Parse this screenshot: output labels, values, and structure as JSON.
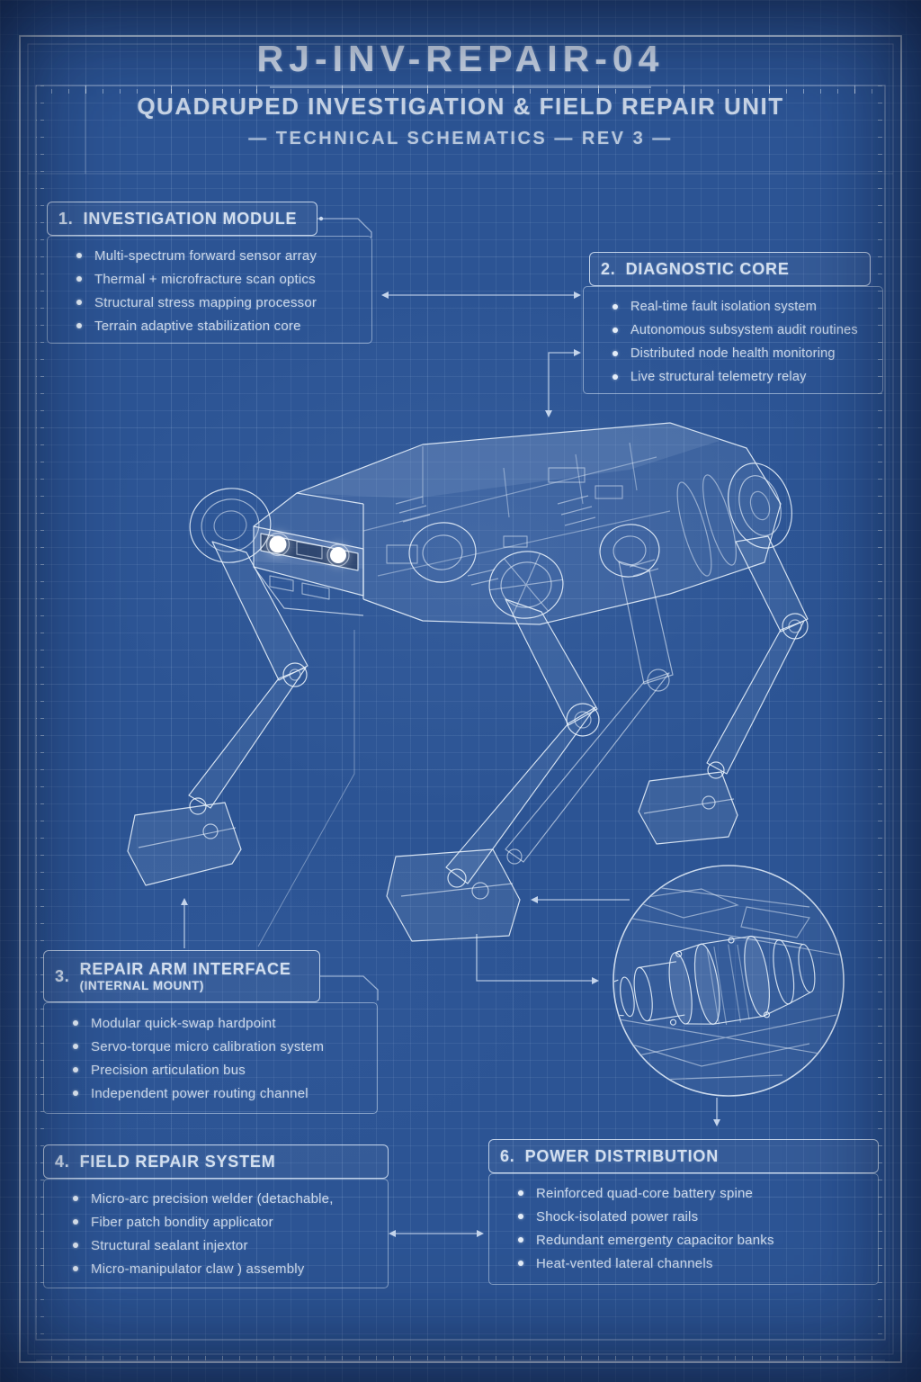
{
  "colors": {
    "paper": "#2c5494",
    "line": "#e8f1fb",
    "text_primary": "#d3dfef",
    "text_secondary": "#c9d6e8",
    "sensor_glow": "#ffffff"
  },
  "header": {
    "model_id": "RJ-INV-REPAIR-04",
    "subtitle": "QUADRUPED INVESTIGATION & FIELD REPAIR UNIT",
    "revision_line": "— TECHNICAL SCHEMATICS — REV 3 —"
  },
  "callouts": [
    {
      "number": "1.",
      "title": "INVESTIGATION MODULE",
      "items": [
        "Multi-spectrum forward sensor array",
        "Thermal + microfracture scan optics",
        "Structural stress mapping processor",
        "Terrain adaptive stabilization core"
      ]
    },
    {
      "number": "2.",
      "title": "DIAGNOSTIC CORE",
      "items": [
        "Real-time fault isolation system",
        "Autonomous subsystem audit routines",
        "Distributed node health monitoring",
        "Live structural telemetry relay"
      ]
    },
    {
      "number": "3.",
      "title": "REPAIR ARM INTERFACE",
      "subtitle": "(INTERNAL MOUNT)",
      "items": [
        "Modular quick-swap hardpoint",
        "Servo-torque micro calibration system",
        "Precision articulation bus",
        "Independent power routing channel"
      ]
    },
    {
      "number": "4.",
      "title": "FIELD REPAIR SYSTEM",
      "items": [
        "Micro-arc precision welder (detachable,",
        "Fiber patch bondity applicator",
        "Structural sealant injextor",
        "Micro-manipulator claw ) assembly"
      ]
    },
    {
      "number": "6.",
      "title": "POWER DISTRIBUTION",
      "items": [
        "Reinforced quad-core battery spine",
        "Shock-isolated power rails",
        "Redundant emergenty capacitor banks",
        "Heat-vented lateral channels"
      ]
    }
  ],
  "illustration": {
    "subject": "quadruped robot wireframe, side-front view, two glowing forward sensors",
    "detail_inset": "magnified actuator / power coupling assembly"
  }
}
